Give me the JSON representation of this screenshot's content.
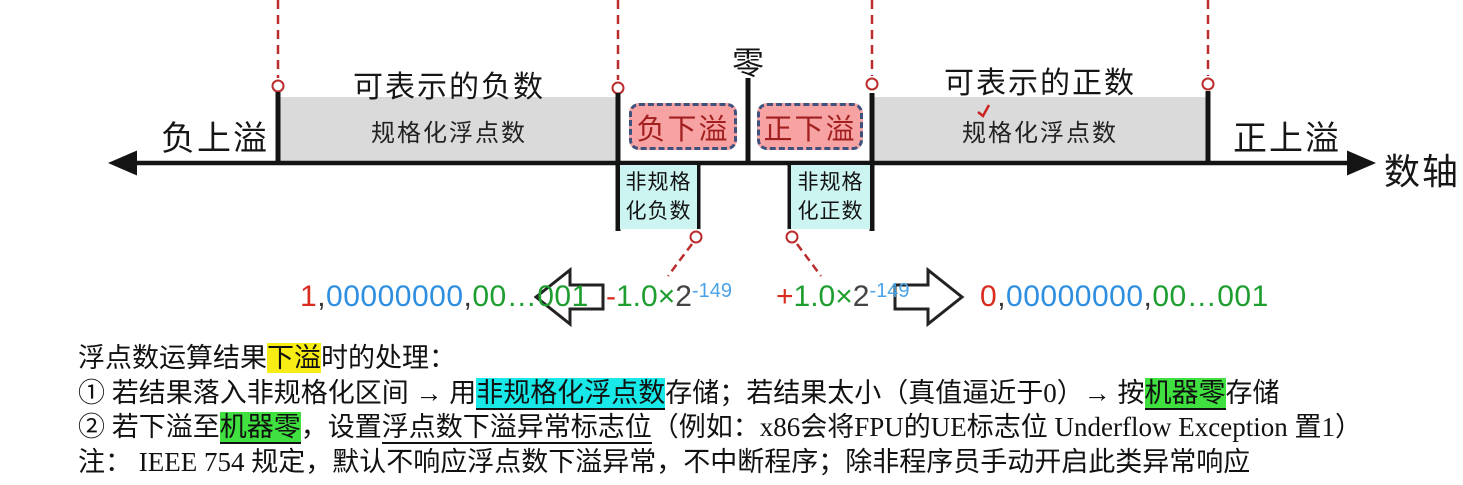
{
  "diagram": {
    "axis_label": "数轴",
    "zero_label": "零",
    "neg_overflow_label": "负上溢",
    "pos_overflow_label": "正上溢",
    "representable_negatives_label": "可表示的负数",
    "representable_positives_label": "可表示的正数",
    "normalized_float_left": "规格化浮点数",
    "normalized_float_right": "规格化浮点数",
    "neg_underflow_label": "负下溢",
    "pos_underflow_label": "正下溢",
    "denormalized_negatives": {
      "line1": "非规格",
      "line2": "化负数"
    },
    "denormalized_positives": {
      "line1": "非规格",
      "line2": "化正数"
    }
  },
  "formulas": {
    "neg_binary": {
      "sign_bit": "1",
      "sep1": ",",
      "exponent_bits": "00000000",
      "sep2": ",",
      "mantissa_bits": "00…001"
    },
    "neg_value": {
      "sign": "-",
      "coefficient": "1.0×",
      "base": "2",
      "exponent": "-149"
    },
    "pos_value": {
      "sign": "+",
      "coefficient": "1.0×",
      "base": "2",
      "exponent": "-149"
    },
    "pos_binary": {
      "sign_bit": "0",
      "sep1": ",",
      "exponent_bits": "00000000",
      "sep2": ",",
      "mantissa_bits": "00…001"
    }
  },
  "notes": {
    "line1": {
      "s1": "浮点数运算结果",
      "s2": "下溢",
      "s3": "时的处理："
    },
    "line2": {
      "s1": "① 若结果落入非规格化区间 → 用",
      "s2": "非规格化浮点数",
      "s3": "存储；若结果太小（真值逼近于0）→ 按",
      "s4": "机器零",
      "s5": "存储"
    },
    "line3": {
      "s1": "② 若下溢至",
      "s2": "机器零",
      "s3": "，设置",
      "s4": "浮点数下溢异常标志位",
      "s5": "（例如：x86会将FPU的UE标志位 Underflow Exception 置1）"
    },
    "line4": {
      "s1": "注： IEEE 754 规定，默认不响应浮点数下溢异常，不中断程序；除非程序员手动开启此类异常响应"
    }
  },
  "colors": {
    "highlight_yellow": "#f7ec13",
    "highlight_cyan": "#19e8e8",
    "highlight_green": "#3fe03f",
    "underflow_box_fill": "#f8a3a3",
    "underflow_box_border": "#40517d",
    "underflow_text": "#a11f1f",
    "denorm_box_fill": "#ccf5f2",
    "normalized_bar_fill": "#dadada",
    "marker_red": "#bb2d2d",
    "bit_sign_red": "#d92c1e",
    "bit_exponent_blue": "#2e8fe0",
    "bit_mantissa_green": "#1f9e30",
    "exponent_superscript_blue": "#4aa3e8"
  }
}
